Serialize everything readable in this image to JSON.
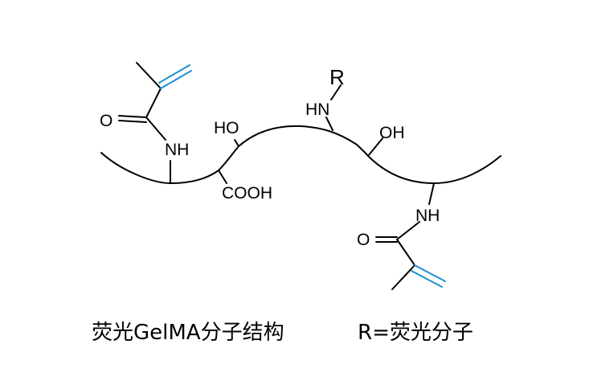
{
  "labels": {
    "carbonyl_oxygen_left": "O",
    "amide_nh_left": "NH",
    "hydroxyl_top_left": "HO",
    "carboxyl": "COOH",
    "r_group": "R",
    "amine_nh_mid": "HN",
    "hydroxyl_right": "OH",
    "amide_nh_right": "NH",
    "carbonyl_oxygen_right": "O"
  },
  "captions": {
    "left": "荧光GelMA分子结构",
    "right": "R=荧光分子"
  },
  "colors": {
    "backbone": "#000000",
    "vinyl_double_bond": "#1e90d2"
  }
}
